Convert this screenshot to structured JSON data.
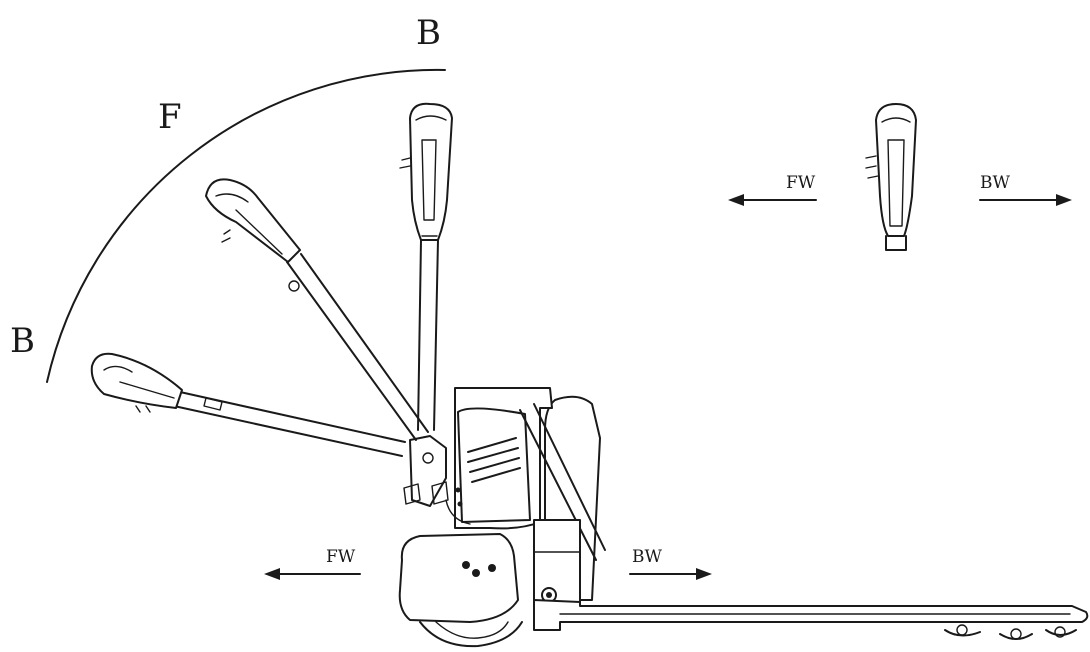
{
  "zone_labels": {
    "brake_top": "B",
    "forward_zone": "F",
    "brake_bottom": "B"
  },
  "direction_labels": {
    "main_forward": "FW",
    "main_backward": "BW",
    "handle_forward": "FW",
    "handle_backward": "BW"
  },
  "icons": [
    "tiller-handle-icon",
    "pallet-truck-icon",
    "direction-arrow-icon"
  ]
}
